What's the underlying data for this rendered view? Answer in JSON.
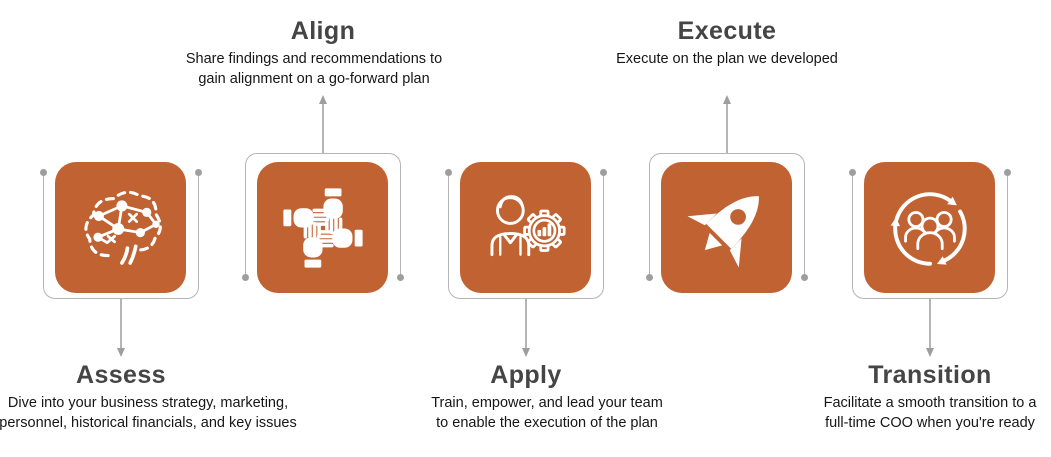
{
  "palette": {
    "tile_orange": "#C06231",
    "connector_gray": "#b5b5b5",
    "dot_gray": "#9e9e9e",
    "arrow_gray": "#9e9e9e",
    "title_gray": "#454545",
    "body_text": "#161616",
    "page_bg": "#ffffff"
  },
  "steps": [
    {
      "id": "assess",
      "title": "Assess",
      "description": "Dive into your business strategy, marketing,\npersonnel, historical financials, and key issues",
      "icon": "brain-network-icon",
      "text_position": "below"
    },
    {
      "id": "align",
      "title": "Align",
      "description": "Share findings and recommendations to\ngain alignment on a go-forward plan",
      "icon": "teamwork-hands-icon",
      "text_position": "above"
    },
    {
      "id": "apply",
      "title": "Apply",
      "description": "Train, empower, and lead your team\nto enable the execution of the plan",
      "icon": "person-gear-chart-icon",
      "text_position": "below"
    },
    {
      "id": "execute",
      "title": "Execute",
      "description": "Execute on the plan we developed",
      "icon": "rocket-icon",
      "text_position": "above"
    },
    {
      "id": "transition",
      "title": "Transition",
      "description": "Facilitate a smooth transition to a\nfull-time COO when you're ready",
      "icon": "team-cycle-icon",
      "text_position": "below"
    }
  ]
}
